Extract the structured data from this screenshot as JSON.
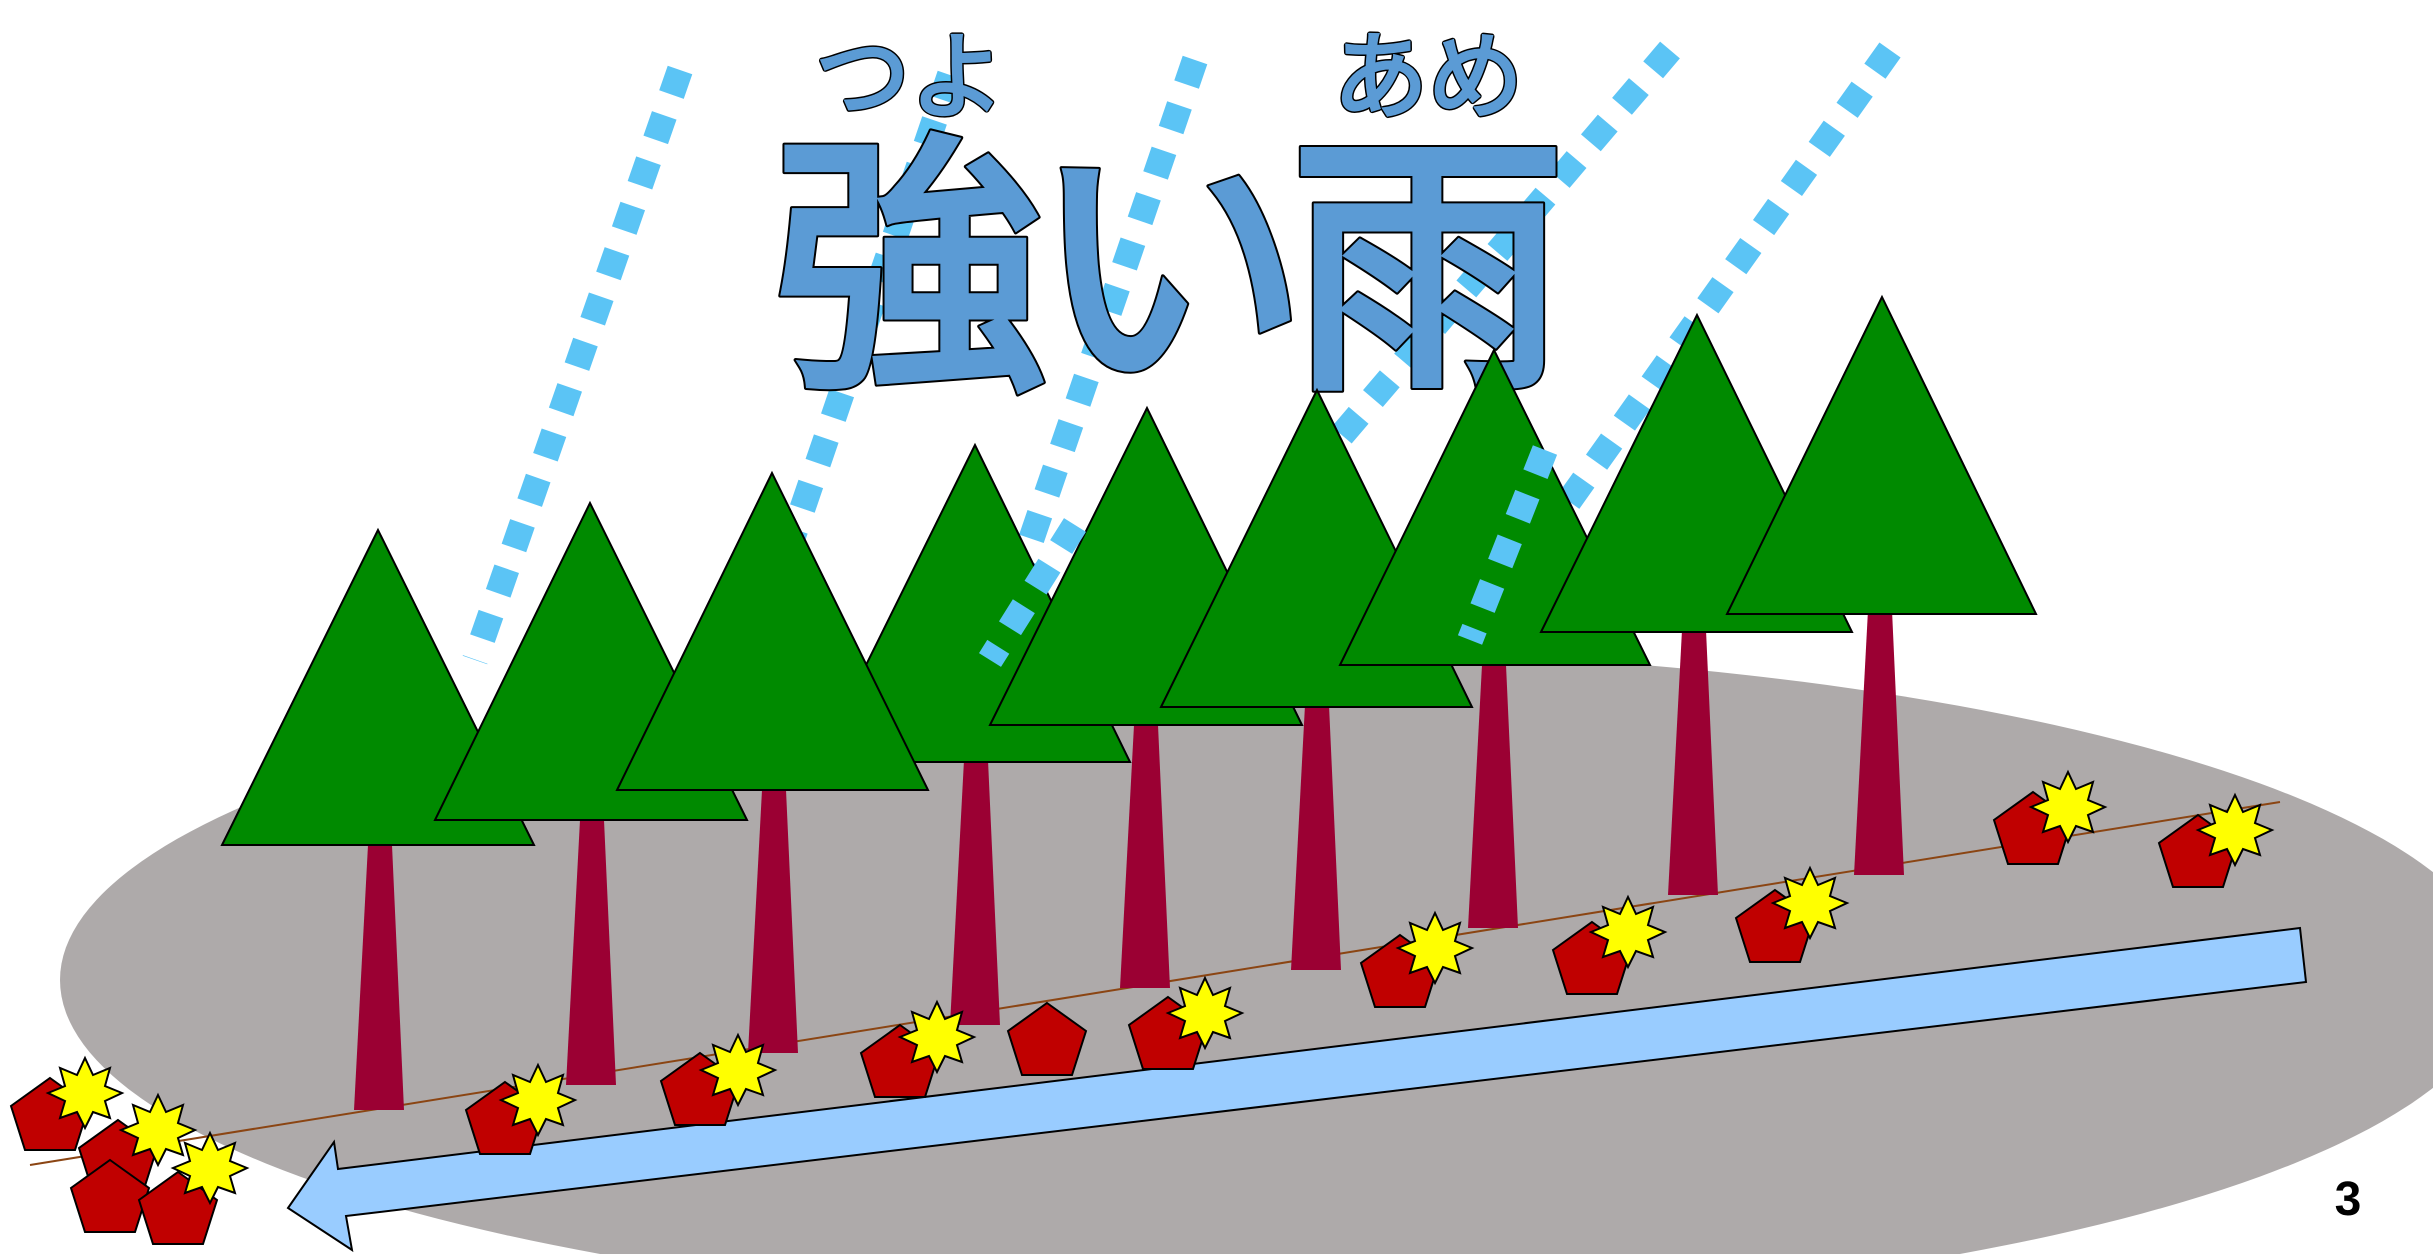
{
  "title": {
    "furigana_tsuyo": "つよ",
    "furigana_ame": "あめ",
    "kanji_tsuyo": "強",
    "hiragana_i": "い",
    "kanji_ame": "雨"
  },
  "page_number": "3",
  "colors": {
    "title_fill": "#5b9bd5",
    "title_stroke": "#000000",
    "rain": "#5bc4f5",
    "ground": "#aeaaaa",
    "tree_crown": "#008a00",
    "tree_trunk": "#9b0033",
    "water_arrow": "#99ccff",
    "debris_pentagon": "#c00000",
    "debris_star": "#ffff00",
    "soil_line": "#8b4513"
  },
  "icons": {
    "rain": "dotted-rain-streak",
    "tree": "triangle-tree",
    "debris": "red-pentagon-with-yellow-star",
    "water_flow": "leftward-arrow"
  }
}
